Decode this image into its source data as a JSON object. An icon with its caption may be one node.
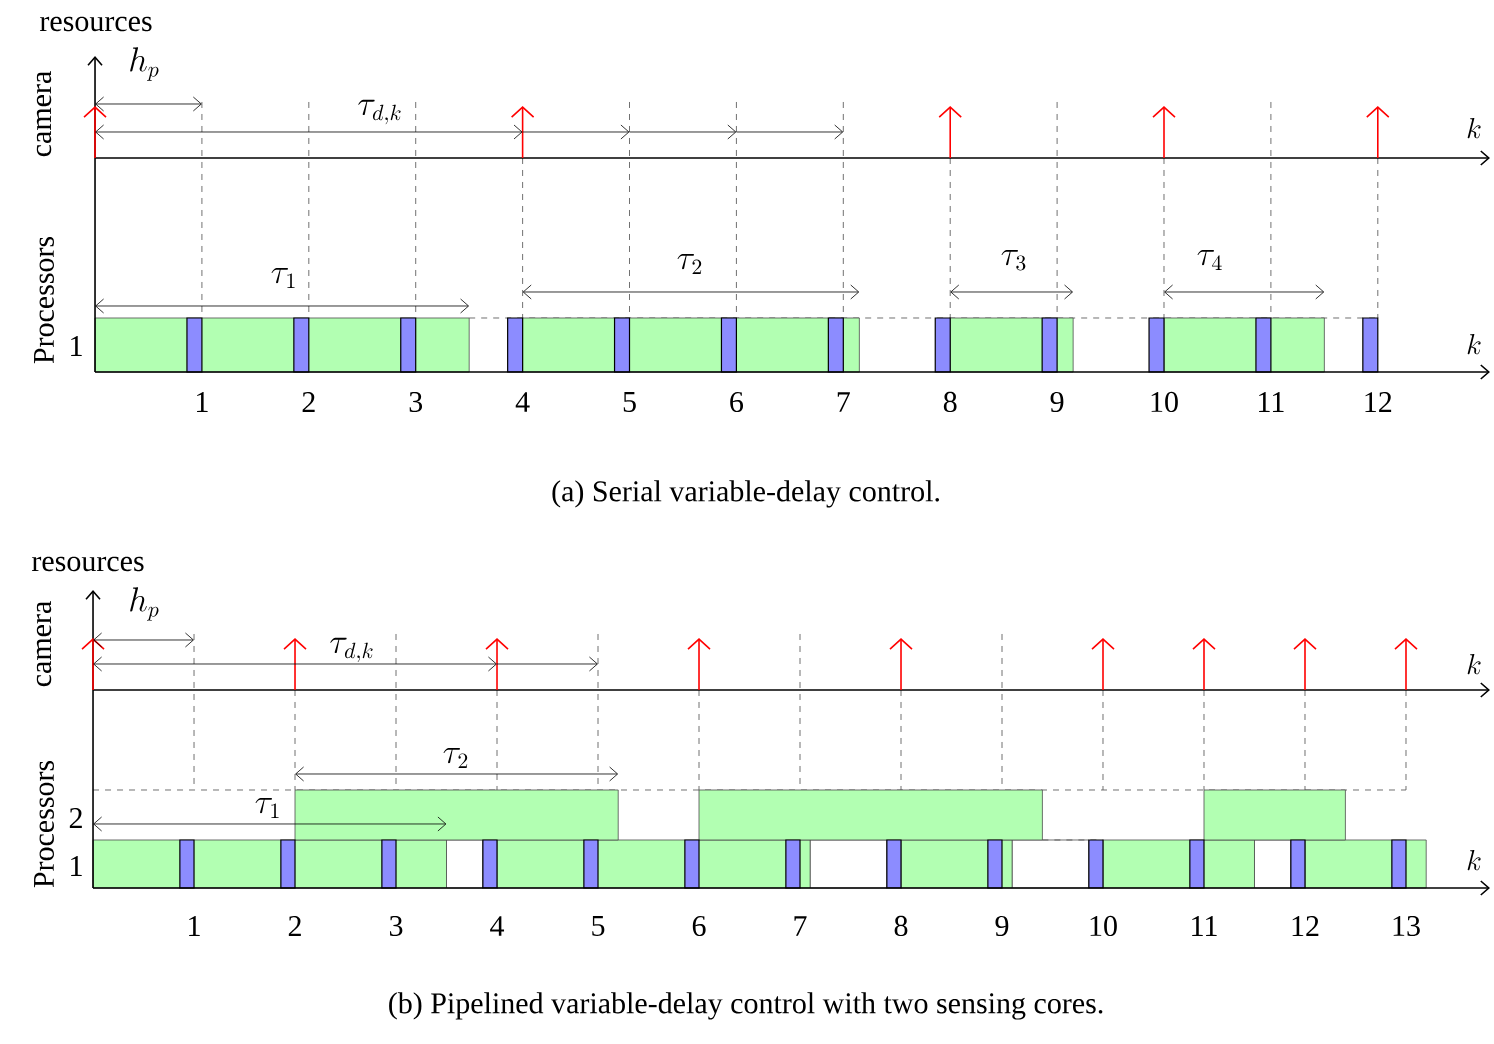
{
  "diagram": {
    "labels": [
      "resources",
      "camera",
      "Processors",
      "h_p",
      "\\tau_{d,k}",
      "k",
      "\\tau_1",
      "\\tau_2",
      "\\tau_3",
      "\\tau_4",
      "1",
      "k",
      "1",
      "2",
      "3",
      "4",
      "5",
      "6",
      "7",
      "8",
      "9",
      "10",
      "11",
      "12",
      "(a) Serial variable-delay control.",
      "resources",
      "camera",
      "Processors",
      "h_p",
      "\\tau_{d,k}",
      "k",
      "\\tau_2",
      "2",
      "\\tau_1",
      "1",
      "k",
      "1",
      "2",
      "3",
      "4",
      "5",
      "6",
      "7",
      "8",
      "9",
      "10",
      "11",
      "12",
      "13",
      "(b) Pipelined variable-delay control with two sensing cores."
    ]
  }
}
